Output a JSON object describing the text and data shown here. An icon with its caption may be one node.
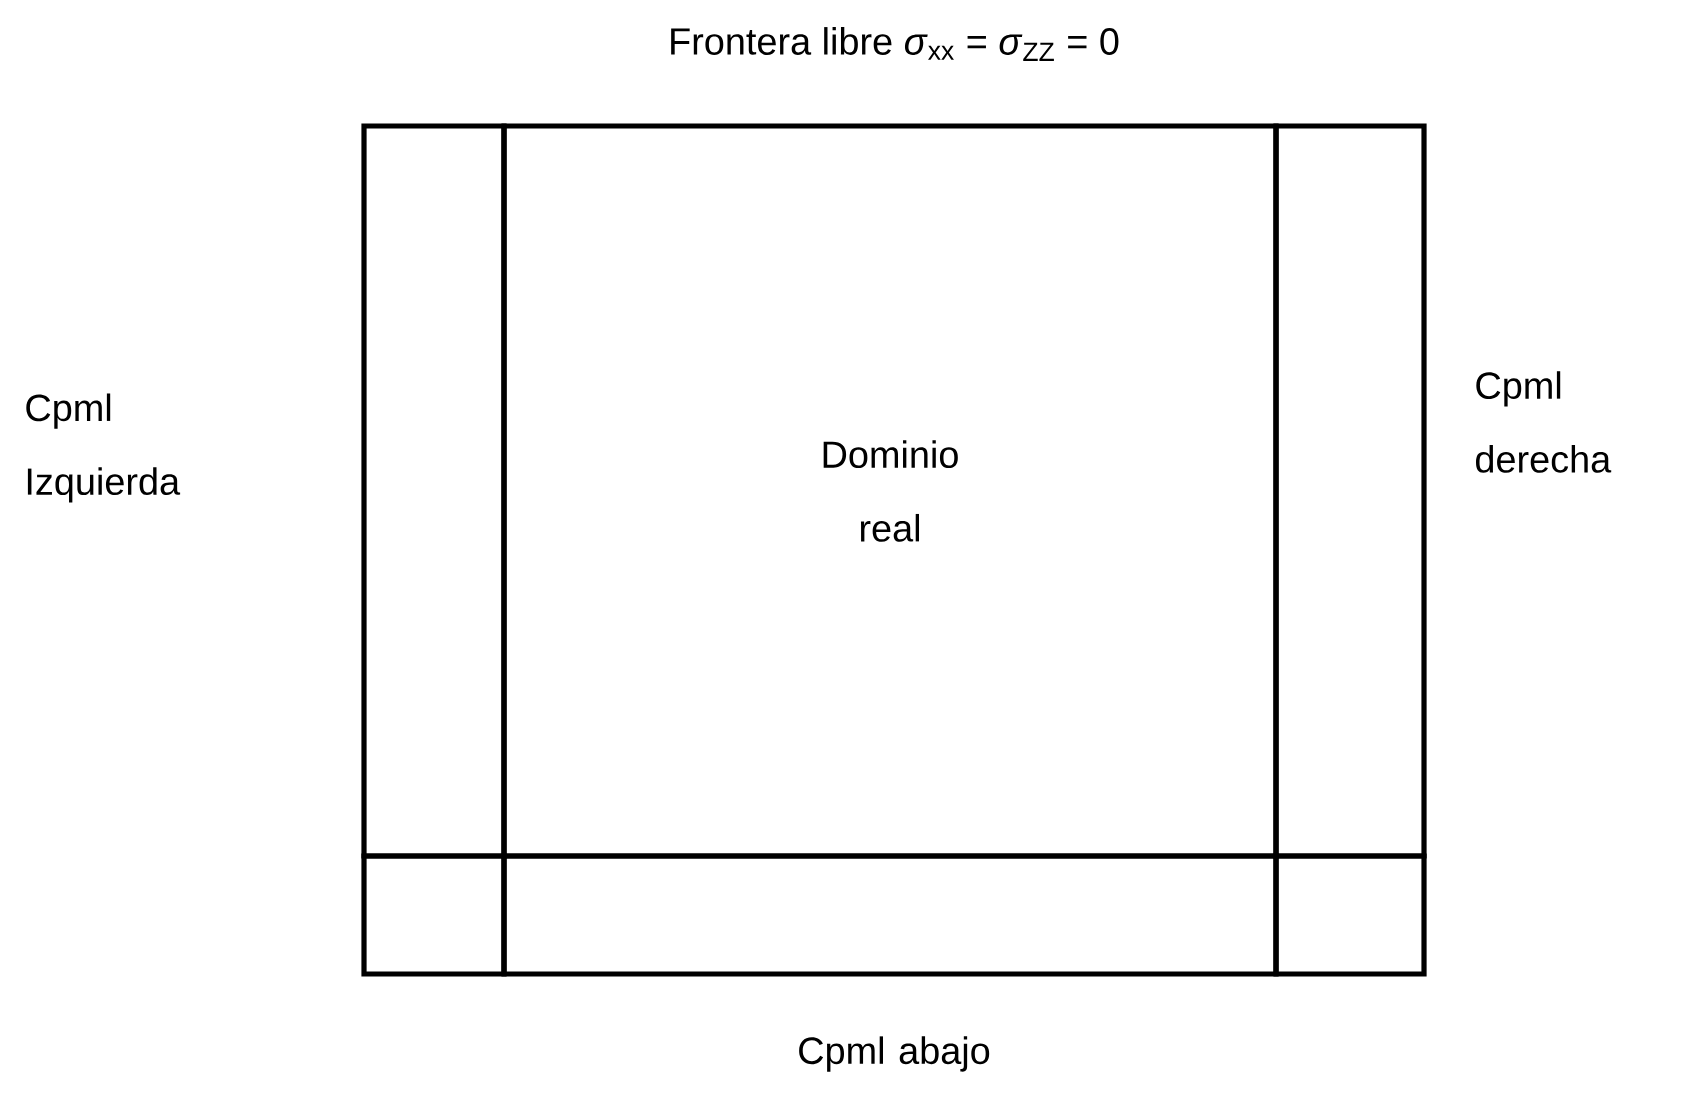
{
  "diagram": {
    "title": "Frontera libre *σ*$_{xx}$ = *σ*$_{ZZ}$ = 0",
    "nodes": [
      {
        "text": [
          "Cpml Izquierda"
        ]
      },
      {
        "text": [
          "Dominio real"
        ]
      },
      {
        "text": [
          "Cpml derecha"
        ]
      },
      {
        "text": [],
        "shape": "box"
      },
      {
        "text": [
          "Cpml abajo"
        ]
      },
      {
        "text": [],
        "shape": "box"
      }
    ]
  }
}
